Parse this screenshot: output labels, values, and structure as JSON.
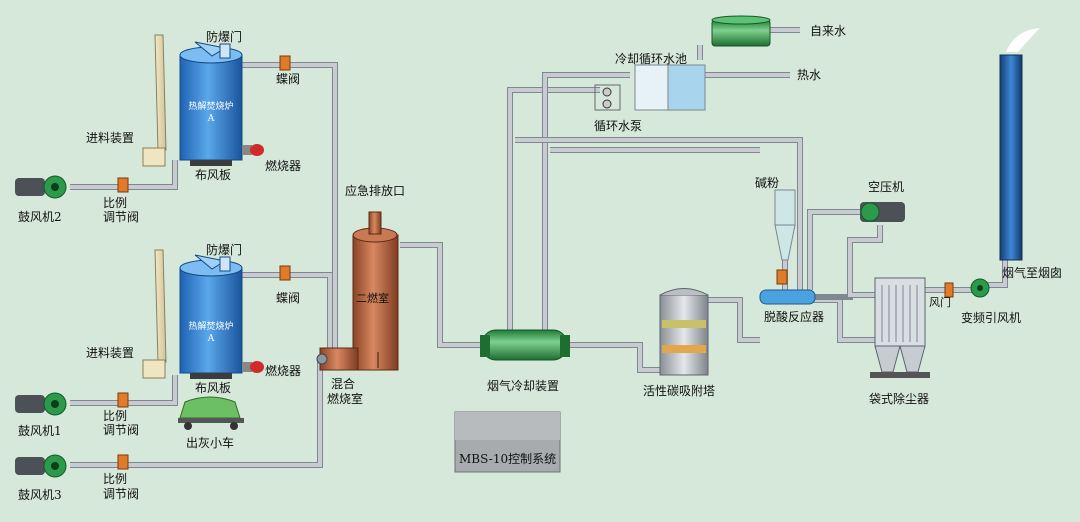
{
  "labels": {
    "explosion_door_a": "防爆门",
    "butterfly_valve_a": "蝶阀",
    "furnace_a_name": "热解焚烧炉",
    "furnace_a_letter": "A",
    "feeder_a": "进料装置",
    "burner_a": "燃烧器",
    "air_plate_a": "布风板",
    "blower_2": "鼓风机2",
    "ratio_valve_2_l1": "比例",
    "ratio_valve_2_l2": "调节阀",
    "explosion_door_b": "防爆门",
    "butterfly_valve_b": "蝶阀",
    "furnace_b_name": "热解焚烧炉",
    "furnace_b_letter": "A",
    "feeder_b": "进料装置",
    "burner_b": "燃烧器",
    "air_plate_b": "布风板",
    "blower_1": "鼓风机1",
    "ratio_valve_1_l1": "比例",
    "ratio_valve_1_l2": "调节阀",
    "ash_cart": "出灰小车",
    "blower_3": "鼓风机3",
    "ratio_valve_3_l1": "比例",
    "ratio_valve_3_l2": "调节阀",
    "emergency_vent": "应急排放口",
    "secondary_chamber": "二燃室",
    "mixed_chamber_l1": "混合",
    "mixed_chamber_l2": "燃烧室",
    "flue_cooler": "烟气冷却装置",
    "control_system": "MBS-10控制系统",
    "cooling_pool": "冷却循环水池",
    "tap_water": "自来水",
    "hot_water": "热水",
    "circ_pump": "循环水泵",
    "carbon_tower": "活性碳吸附塔",
    "alkali_powder": "碱粉",
    "deacid_reactor": "脱酸反应器",
    "air_compressor": "空压机",
    "bag_filter": "袋式除尘器",
    "air_damper": "风门",
    "vfd_fan": "变频引风机",
    "to_chimney": "烟气至烟囱"
  },
  "colors": {
    "background": "#d6e8da",
    "furnace_blue": "#2f7fcf",
    "chamber_copper": "#b5633f",
    "cooler_green": "#2e9a48",
    "pipe_gray": "#c8ccd0",
    "chimney_blue": "#1f5ea8",
    "valve_orange": "#e07b2a"
  }
}
